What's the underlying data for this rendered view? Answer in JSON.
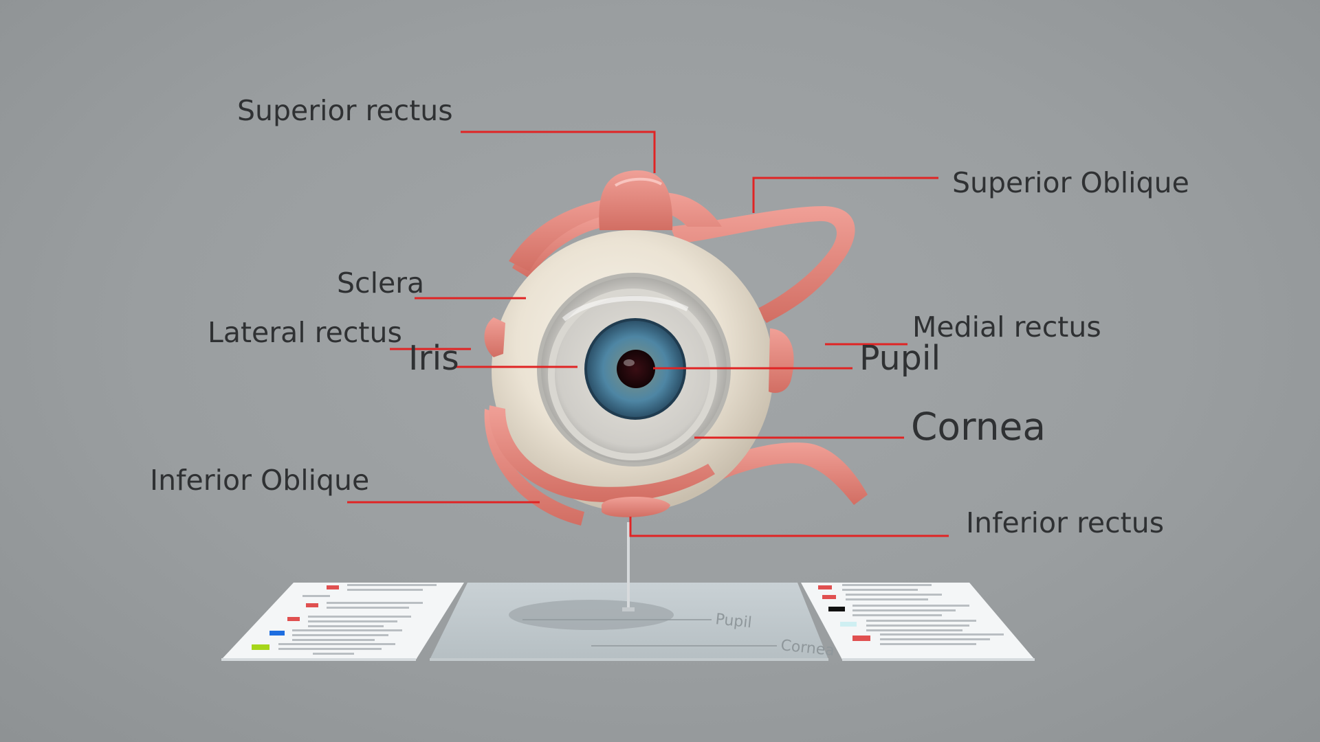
{
  "labels": {
    "superior_rectus": "Superior rectus",
    "superior_oblique": "Superior Oblique",
    "sclera": "Sclera",
    "lateral_rectus": "Lateral rectus",
    "iris": "Iris",
    "medial_rectus": "Medial rectus",
    "pupil": "Pupil",
    "cornea": "Cornea",
    "inferior_oblique": "Inferior Oblique",
    "inferior_rectus": "Inferior rectus"
  },
  "base": {
    "plate_pupil": "Pupil",
    "plate_cornea": "Cornea"
  },
  "colors": {
    "leader_line": "#e02424",
    "muscle": "#e8877c",
    "legend_red": "#e05050",
    "legend_black": "#111111",
    "legend_cyan": "#cfeff2",
    "legend_blue": "#1e6ee0",
    "legend_green": "#a6d61a"
  }
}
